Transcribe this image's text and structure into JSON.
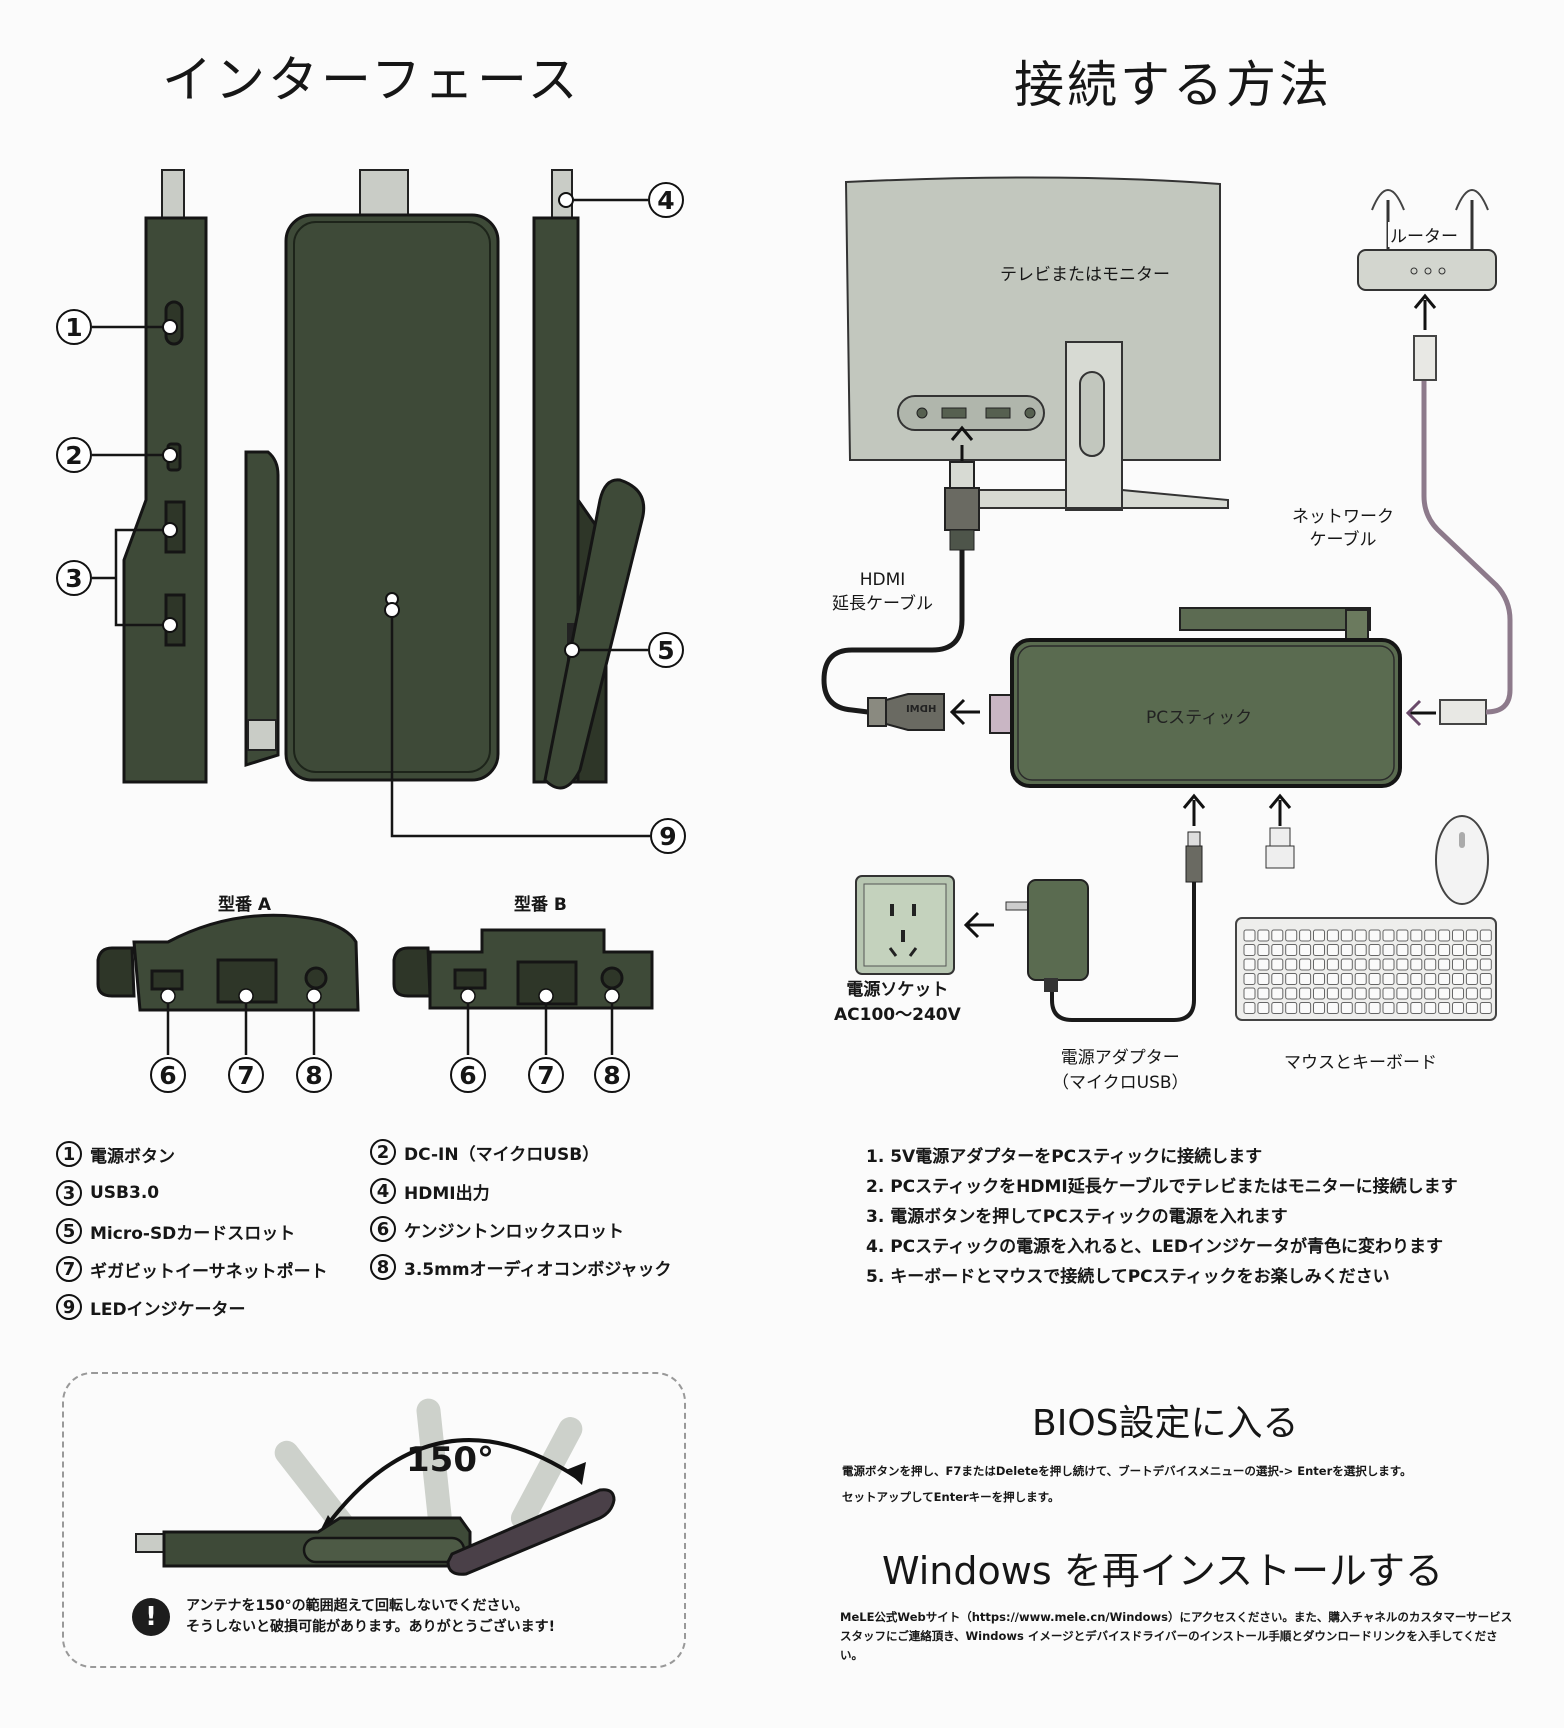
{
  "left": {
    "title": "インターフェース",
    "callouts": {
      "c1": "1",
      "c2": "2",
      "c3": "3",
      "c4": "4",
      "c5": "5",
      "c9": "9"
    },
    "models": [
      {
        "label": "型番 A",
        "callouts": [
          "6",
          "7",
          "8"
        ]
      },
      {
        "label": "型番 B",
        "callouts": [
          "6",
          "7",
          "8"
        ]
      }
    ],
    "specs": [
      {
        "num": "1",
        "text": "電源ボタン"
      },
      {
        "num": "2",
        "text": "DC-IN（マイクロUSB）"
      },
      {
        "num": "3",
        "text": "USB3.0"
      },
      {
        "num": "4",
        "text": "HDMI出力"
      },
      {
        "num": "5",
        "text": "Micro-SDカードスロット"
      },
      {
        "num": "6",
        "text": "ケンジントンロックスロット"
      },
      {
        "num": "7",
        "text": "ギガビットイーサネットポート"
      },
      {
        "num": "8",
        "text": "3.5mmオーディオコンボジャック"
      },
      {
        "num": "9",
        "text": "LEDインジケーター"
      }
    ],
    "antenna": {
      "angle": "150°",
      "warning_icon": "exclamation-icon",
      "warning_line1": "アンテナを150°の範囲超えて回転しないでください。",
      "warning_line2": "そうしないと破損可能があります。ありがとうございます!"
    }
  },
  "right": {
    "title": "接続する方法",
    "diagram": {
      "monitor": "テレビまたはモニター",
      "router": "ルーター",
      "network_cable_line1": "ネットワーク",
      "network_cable_line2": "ケーブル",
      "hdmi_cable_line1": "HDMI",
      "hdmi_cable_line2": "延長ケーブル",
      "hdmi_plug": "HDMI",
      "pc_stick": "PCスティック",
      "socket_line1": "電源ソケット",
      "socket_line2": "AC100～240V",
      "adapter_line1": "電源アダプター",
      "adapter_line2": "（マイクロUSB）",
      "peripherals": "マウスとキーボード"
    },
    "steps": [
      "1. 5V電源アダプターをPCスティックに接続します",
      "2. PCスティックをHDMI延長ケーブルでテレビまたはモニターに接続します",
      "3. 電源ボタンを押してPCスティックの電源を入れます",
      "4. PCスティックの電源を入れると、LEDインジケータが青色に変わります",
      "5. キーボードとマウスで接続してPCスティックをお楽しみください"
    ],
    "bios": {
      "title": "BIOS設定に入る",
      "line1": "電源ボタンを押し、F7またはDeleteを押し続けて、ブートデバイスメニューの選択-> Enterを選択します。",
      "line2": "セットアップしてEnterキーを押します。"
    },
    "reinstall": {
      "title": "Windows を再インストールする",
      "text": "MeLE公式Webサイト（https://www.mele.cn/Windows）にアクセスください。また、購入チャネルのカスタマーサービススタッフにご連絡頂き、Windows イメージとデバイスドライバーのインストール手順とダウンロードリンクを入手してください。"
    }
  },
  "colors": {
    "device_dark": "#3e4a38",
    "device_grey": "#c9ccc6",
    "monitor": "#c2c7be",
    "accent_purple": "#8a6a8a"
  }
}
